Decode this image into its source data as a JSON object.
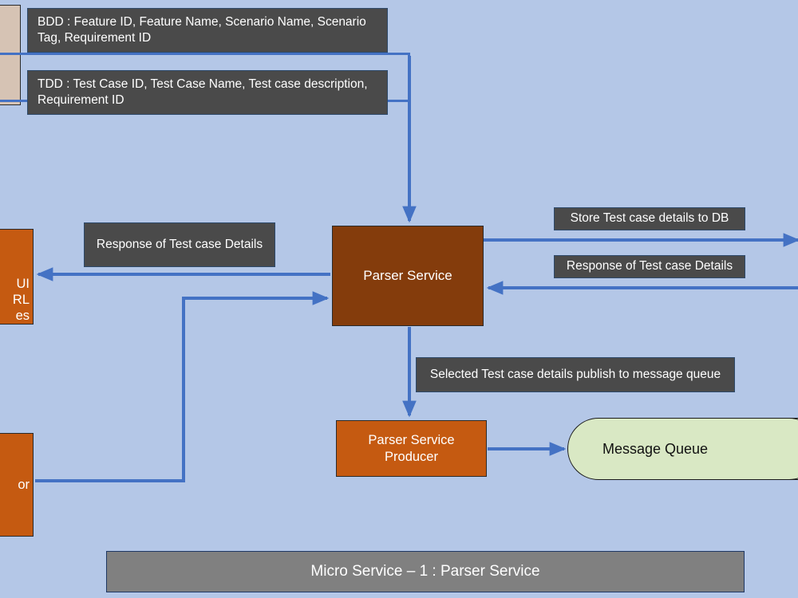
{
  "diagram": {
    "title": "Micro Service – 1 : Parser Service",
    "background_color": "#B4C7E7",
    "accent_arrow_color": "#4472C4"
  },
  "annotations": {
    "bdd": "BDD : Feature ID, Feature Name, Scenario Name, Scenario Tag, Requirement ID",
    "tdd": "TDD : Test Case ID, Test Case Name, Test case description, Requirement ID",
    "response_left": "Response of Test case Details",
    "store_to_db": "Store Test case details to DB",
    "response_right": "Response of Test case Details",
    "publish_queue": "Selected Test case details publish to message queue"
  },
  "nodes": {
    "parser_service": {
      "label": "Parser Service",
      "color": "#843C0C"
    },
    "parser_service_producer": {
      "line1": "Parser Service",
      "line2": "Producer",
      "color": "#C55A11"
    },
    "message_queue": {
      "label": "Message Queue",
      "color": "#D9E8C4"
    },
    "left_clipped_ui": {
      "line1": "UI",
      "line2": "RL",
      "line3": "es",
      "color": "#C55A11"
    },
    "left_clipped_lower": {
      "line1": "or",
      "color": "#C55A11"
    }
  },
  "banner": {
    "text": "Micro Service – 1 : Parser Service",
    "color": "#808080"
  }
}
